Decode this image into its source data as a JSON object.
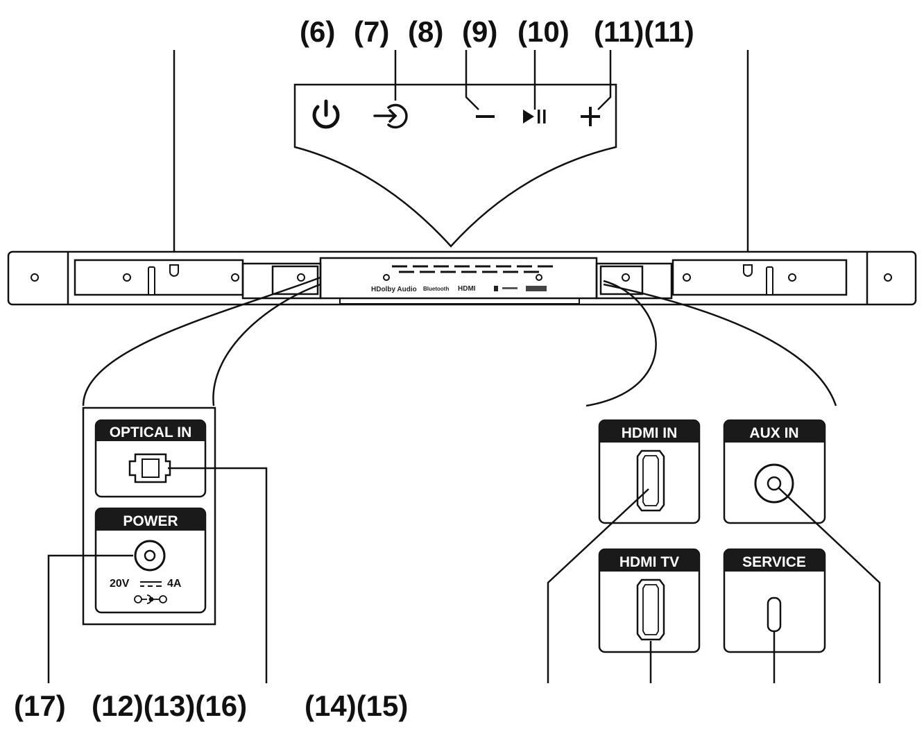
{
  "top_callouts": [
    "(6)",
    "(7)",
    "(8)",
    "(9)",
    "(10)",
    "(11)(11)"
  ],
  "bottom_callouts": [
    "(17)",
    "(12)(13)(16)",
    "(14)(15)"
  ],
  "ports": {
    "optical_in": "OPTICAL IN",
    "power": "POWER",
    "hdmi_in": "HDMI IN",
    "aux_in": "AUX IN",
    "hdmi_tv": "HDMI TV",
    "service": "SERVICE"
  },
  "power_spec": {
    "voltage": "20V",
    "current": "4A"
  },
  "bar_logos": [
    "HDolby Audio",
    "Bluetooth",
    "HDMI"
  ],
  "icons": {
    "power": "power-icon",
    "source": "source-input-icon",
    "volume_down": "minus-icon",
    "play_pause": "play-pause-icon",
    "volume_up": "plus-icon"
  },
  "colors": {
    "ink": "#111111",
    "label_bg": "#1a1a1a",
    "panel_bg": "#ffffff"
  }
}
